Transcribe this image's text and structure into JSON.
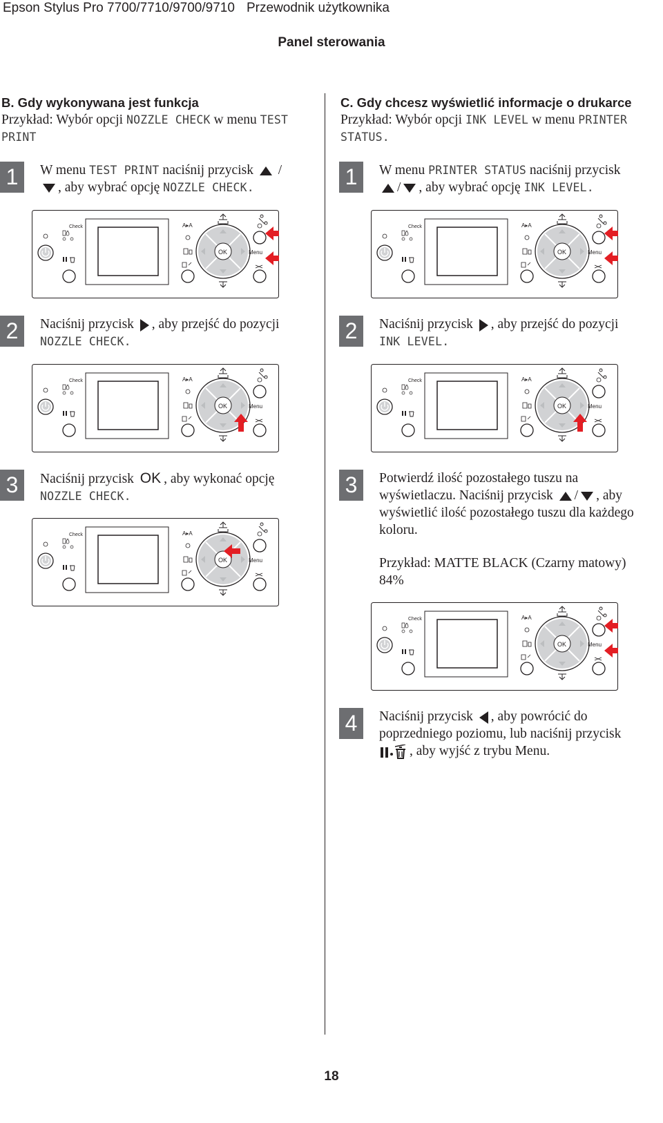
{
  "header": {
    "product": "Epson Stylus Pro 7700/7710/9700/9710",
    "guide": "Przewodnik użytkownika"
  },
  "section_title": "Panel sterowania",
  "page_number": "18",
  "panel_labels": {
    "check": "Check",
    "ok": "OK",
    "menu": "Menu",
    "aa": "A▸A"
  },
  "colors": {
    "text": "#231f20",
    "step_badge": "#6d6e71",
    "arrow": "#e31e24",
    "dpad": "#d1d2d4"
  },
  "left": {
    "heading": "B. Gdy wykonywana jest funkcja",
    "intro_pre": "Przykład: Wybór opcji",
    "intro_mono1": "NOZZLE CHECK",
    "intro_mid": "w menu",
    "intro_mono2": "TEST",
    "intro_mono3": "PRINT",
    "steps": [
      {
        "num": "1",
        "t1": "W menu",
        "m1": "TEST PRINT",
        "t2": "naciśnij przycisk",
        "t3": "/",
        "t4": ", aby wybrać opcję",
        "m2": "NOZZLE CHECK."
      },
      {
        "num": "2",
        "t1": "Naciśnij przycisk",
        "t2": ", aby przejść do pozycji",
        "m1": "NOZZLE CHECK."
      },
      {
        "num": "3",
        "t1": "Naciśnij przycisk",
        "glyph": "OK",
        "t2": ", aby wykonać opcję",
        "m1": "NOZZLE CHECK."
      }
    ]
  },
  "right": {
    "heading": "C. Gdy chcesz wyświetlić informacje o drukarce",
    "intro_pre": "Przykład: Wybór opcji",
    "intro_mono1": "INK LEVEL",
    "intro_mid": "w menu",
    "intro_mono2": "PRINTER",
    "intro_mono3": "STATUS.",
    "steps": [
      {
        "num": "1",
        "t1": "W menu",
        "m1": "PRINTER STATUS",
        "t2": "naciśnij przycisk",
        "t3": "/",
        "t4": ", aby wybrać opcję",
        "m2": "INK LEVEL."
      },
      {
        "num": "2",
        "t1": "Naciśnij przycisk",
        "t2": ", aby przejść do pozycji",
        "m1": "INK LEVEL."
      },
      {
        "num": "3",
        "line1": "Potwierdź ilość pozostałego tuszu na",
        "line2a": "wyświetlaczu. Naciśnij przycisk",
        "line2b": "/",
        "line2c": ", aby",
        "line3": "wyświetlić ilość pozostałego tuszu dla każdego",
        "line4": "koloru.",
        "ex1": "Przykład: MATTE BLACK (Czarny matowy)",
        "ex2": "84%"
      },
      {
        "num": "4",
        "line1a": "Naciśnij przycisk",
        "line1b": ", aby powrócić do",
        "line2": "poprzedniego poziomu, lub naciśnij przycisk",
        "line3": ", aby wyjść z trybu Menu."
      }
    ]
  }
}
